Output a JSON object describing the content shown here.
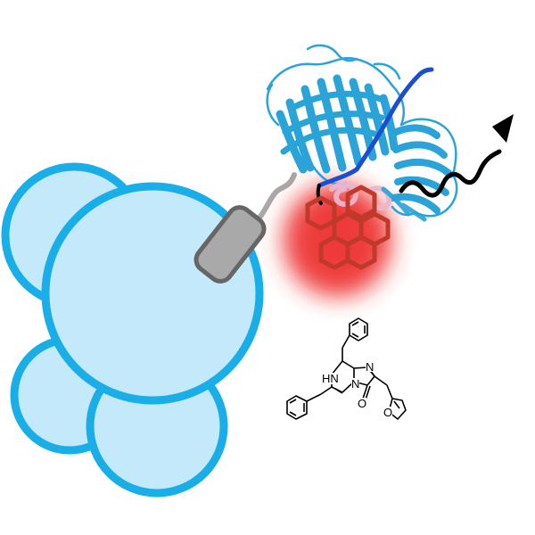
{
  "colors": {
    "background": "#ffffff",
    "bead_fill": "#c3e9fb",
    "bead_stroke": "#1aaee8",
    "linker_fill": "#a9a9a9",
    "linker_stroke": "#666666",
    "glow": "#ee3030",
    "fluorophore": "#c0392b",
    "protein_light": "#2aa3d8",
    "protein_dark": "#1a4fd0",
    "tether": "#000000",
    "photon": "#000000",
    "substrate": "#000000"
  },
  "icons": {
    "beads": "bead-cluster-icon",
    "linker": "linker-capsule-icon",
    "protein": "luciferase-ribbon-icon",
    "fluorophore": "fused-ring-fluorophore-icon",
    "photon": "wavy-photon-arrow-icon",
    "substrate": "imidazopyrazinone-substrate-icon"
  },
  "substrate": {
    "label_nh": "HN",
    "label_n": "N",
    "label_n_bridge": "N",
    "label_o_carbonyl": "O",
    "label_o_furan": "O"
  }
}
